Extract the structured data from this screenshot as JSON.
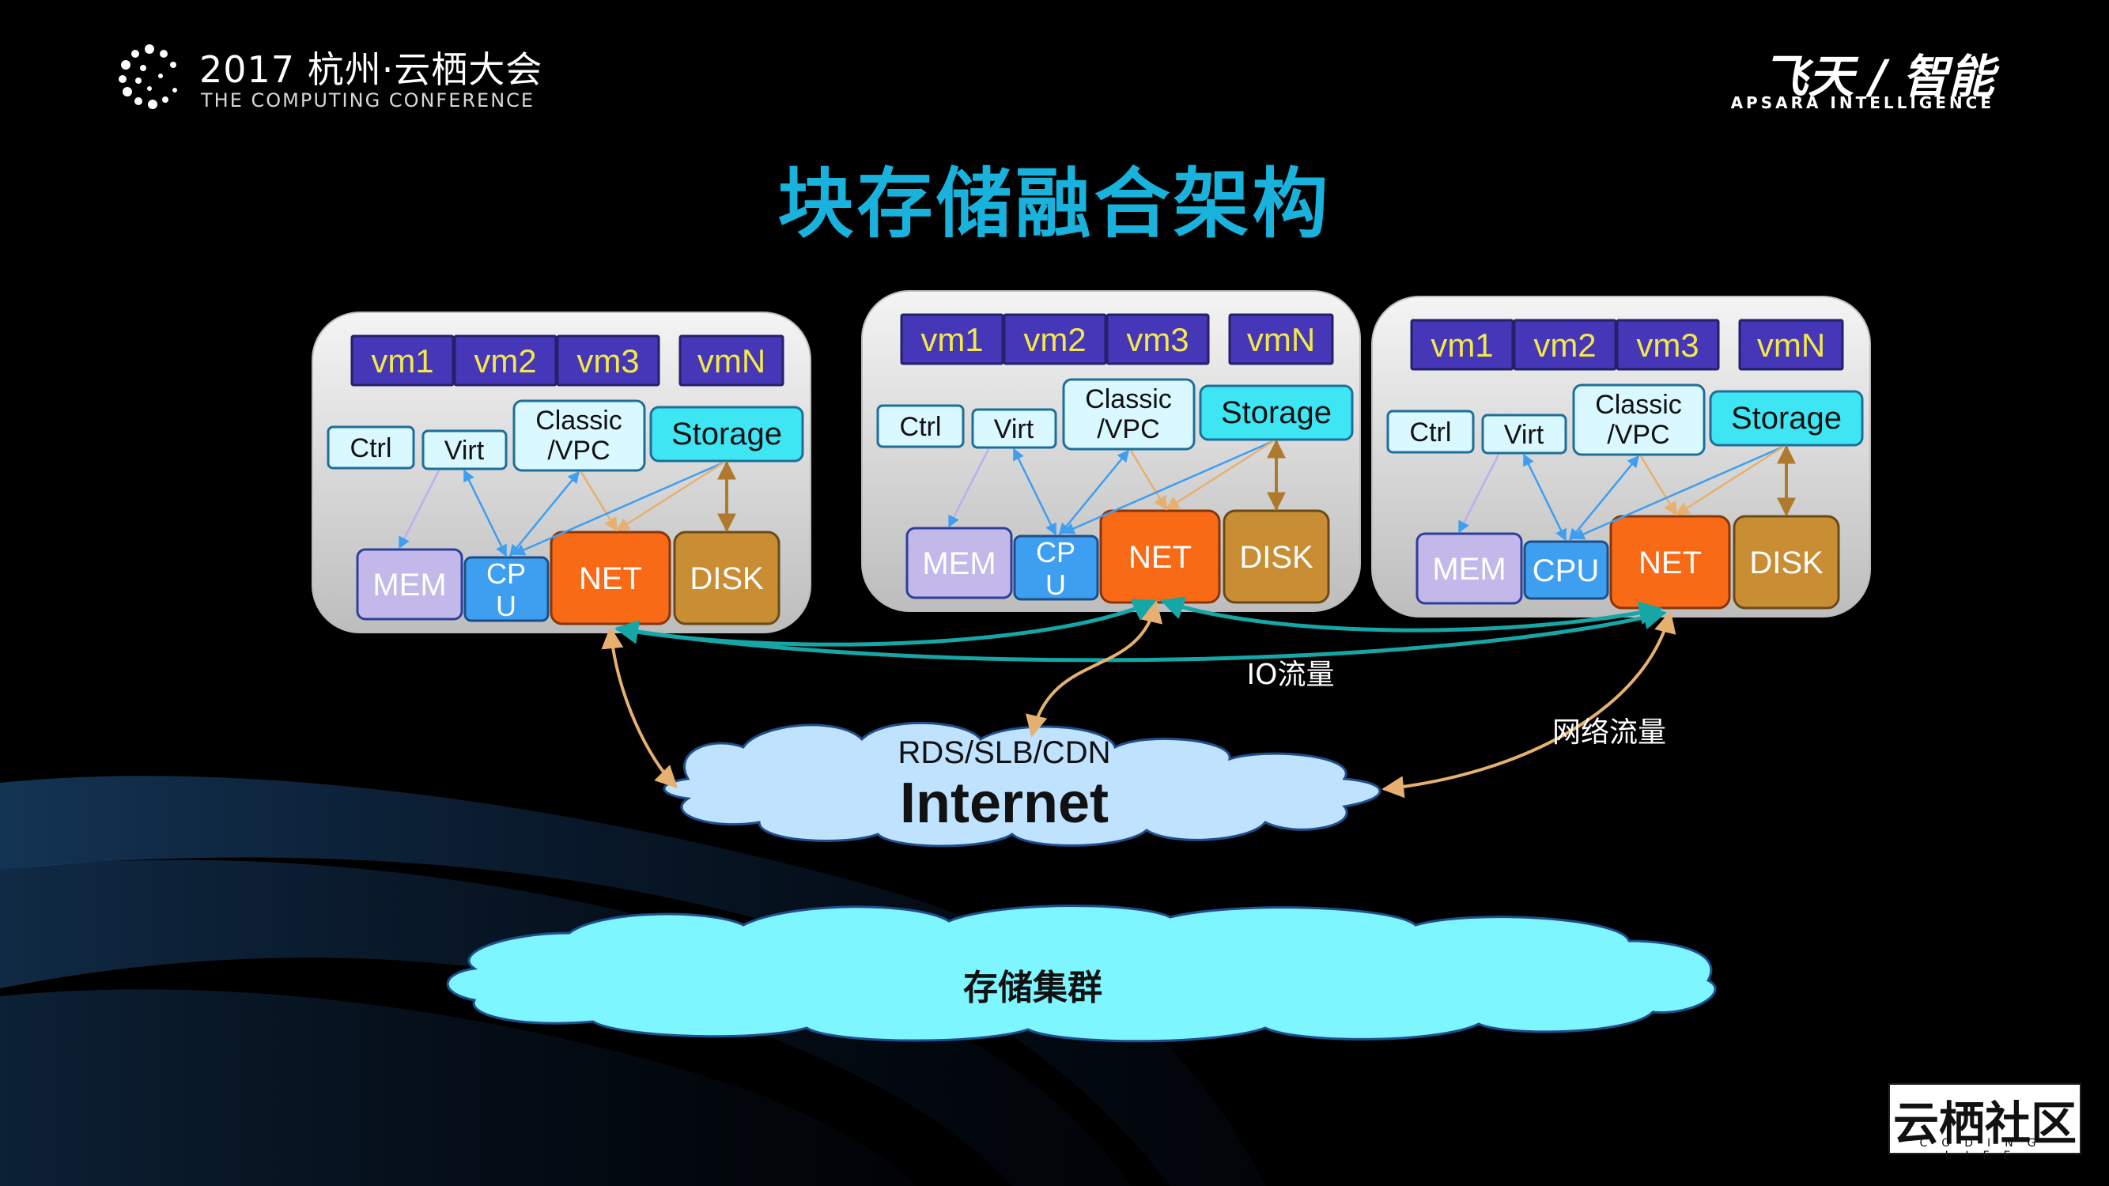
{
  "header": {
    "conference_title": "2017 杭州·云栖大会",
    "conference_subtitle": "THE COMPUTING CONFERENCE",
    "brand_title": "飞天 / 智能",
    "brand_subtitle": "APSARA INTELLIGENCE"
  },
  "slide_title": "块存储融合架构",
  "server": {
    "vms": [
      "vm1",
      "vm2",
      "vm3",
      "vmN"
    ],
    "ctrl": "Ctrl",
    "virt": "Virt",
    "classic_line1": "Classic",
    "classic_line2": "/VPC",
    "storage": "Storage",
    "mem": "MEM",
    "net": "NET",
    "disk": "DISK"
  },
  "cpu_labels": [
    [
      "CP",
      "U"
    ],
    [
      "CP",
      "U"
    ],
    [
      "CPU"
    ]
  ],
  "flows": {
    "io": "IO流量",
    "network": "网络流量"
  },
  "internet": {
    "subtitle": "RDS/SLB/CDN",
    "title": "Internet"
  },
  "storage_cluster": "存储集群",
  "badge": {
    "title": "云栖社区",
    "subtitle": "CODING LIFE"
  },
  "colors": {
    "title": "#18b2dc",
    "vm": "#4636b8",
    "vm_text": "#f2e84a",
    "sw_box": "#d9f8ff",
    "storage": "#3ee6f4",
    "mem": "#c2b8ea",
    "cpu": "#3e9ef0",
    "net": "#f86a16",
    "disk": "#c98d34",
    "io_flow": "#16a6a6",
    "net_flow": "#e6b070",
    "internet_cloud": "#bfe2ff",
    "storage_cloud": "#7ef6ff"
  }
}
